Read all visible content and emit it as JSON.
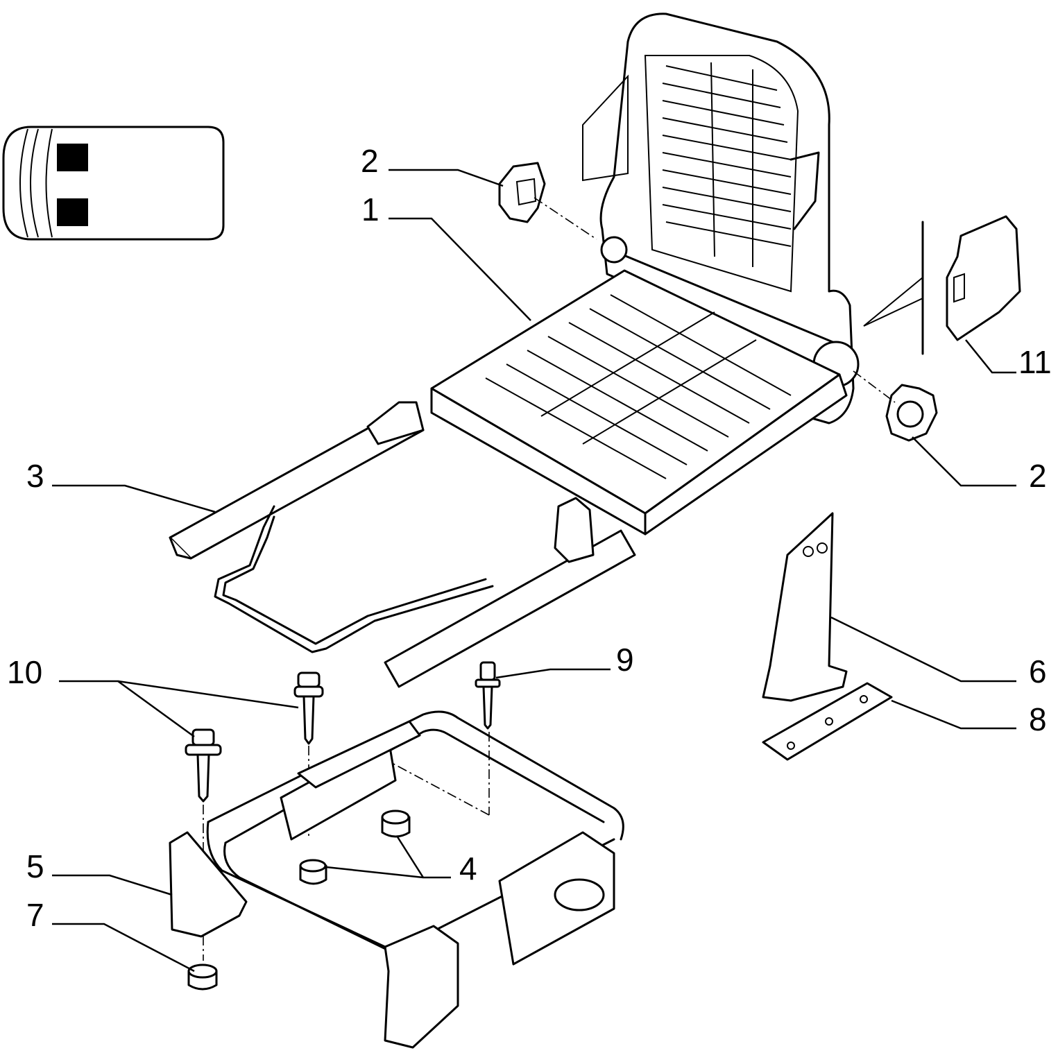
{
  "callouts": {
    "c1": "1",
    "c2a": "2",
    "c2b": "2",
    "c3": "3",
    "c4": "4",
    "c5": "5",
    "c6": "6",
    "c7": "7",
    "c8": "8",
    "c9": "9",
    "c10": "10",
    "c11": "11"
  },
  "colors": {
    "line": "#000000",
    "background": "#ffffff"
  },
  "icons": {
    "vehicle_locator": "van-top-view-two-seat-icon"
  }
}
